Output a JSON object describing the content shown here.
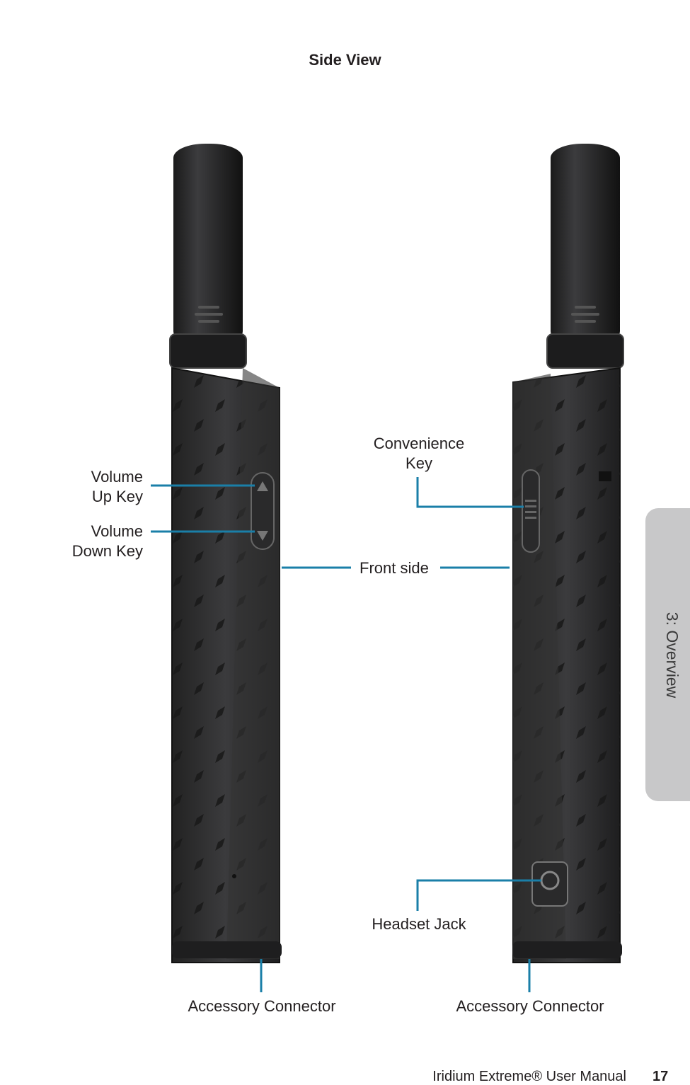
{
  "page": {
    "title": "Side View",
    "labels": {
      "volume_up": [
        "Volume",
        "Up Key"
      ],
      "volume_down": [
        "Volume",
        "Down Key"
      ],
      "convenience": [
        "Convenience",
        "Key"
      ],
      "front_side": "Front side",
      "headset_jack": "Headset Jack",
      "accessory_left": "Accessory Connector",
      "accessory_right": "Accessory Connector"
    },
    "side_tab": "3: Overview",
    "footer": {
      "manual": "Iridium Extreme® User Manual",
      "page_number": "17"
    }
  },
  "colors": {
    "leader_line": "#1a7fa8",
    "phone_body": "#2b2b2d",
    "tab": "#c8c8c9"
  }
}
